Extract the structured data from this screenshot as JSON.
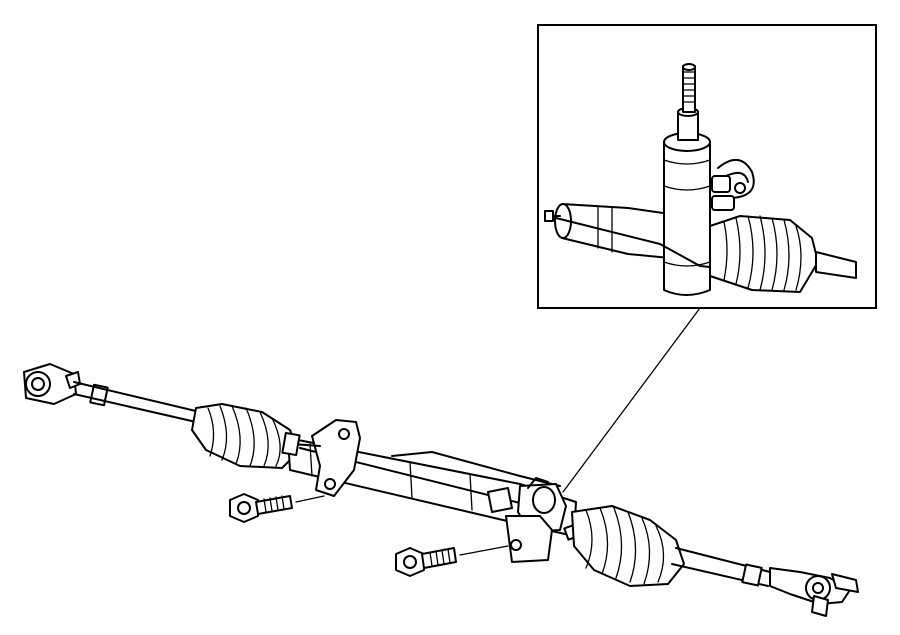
{
  "diagram": {
    "colors": {
      "line": "#000000",
      "background": "#ffffff"
    },
    "parts": [
      "steering-gear-assembly",
      "input-shaft-detail",
      "left-outer-tie-rod-end",
      "right-outer-tie-rod-end",
      "left-boot",
      "right-boot",
      "mounting-bolt-upper",
      "mounting-bolt-lower"
    ]
  }
}
